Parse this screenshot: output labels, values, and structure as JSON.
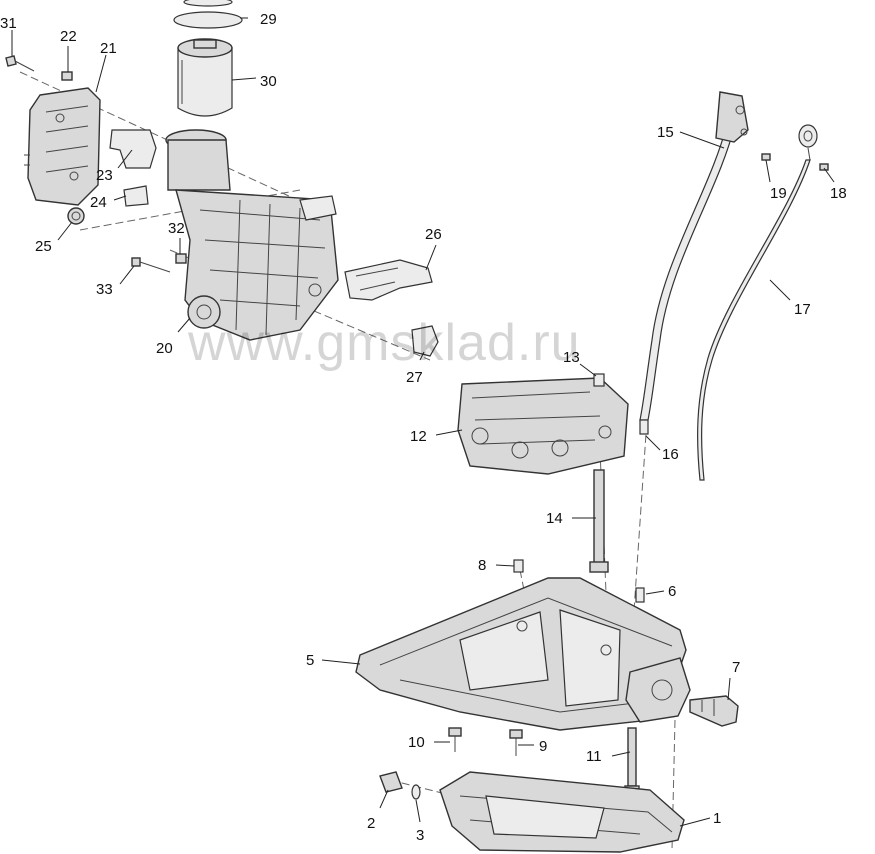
{
  "watermark": "www.gmsklad.ru",
  "callouts": {
    "c1": "1",
    "c2": "2",
    "c3": "3",
    "c5": "5",
    "c6": "6",
    "c7": "7",
    "c8": "8",
    "c9": "9",
    "c10": "10",
    "c11": "11",
    "c12": "12",
    "c13": "13",
    "c14": "14",
    "c15": "15",
    "c16": "16",
    "c17": "17",
    "c18": "18",
    "c19": "19",
    "c20": "20",
    "c21": "21",
    "c22": "22",
    "c23": "23",
    "c24": "24",
    "c25": "25",
    "c26": "26",
    "c27": "27",
    "c29": "29",
    "c30": "30",
    "c31": "31",
    "c32": "32",
    "c33": "33"
  }
}
